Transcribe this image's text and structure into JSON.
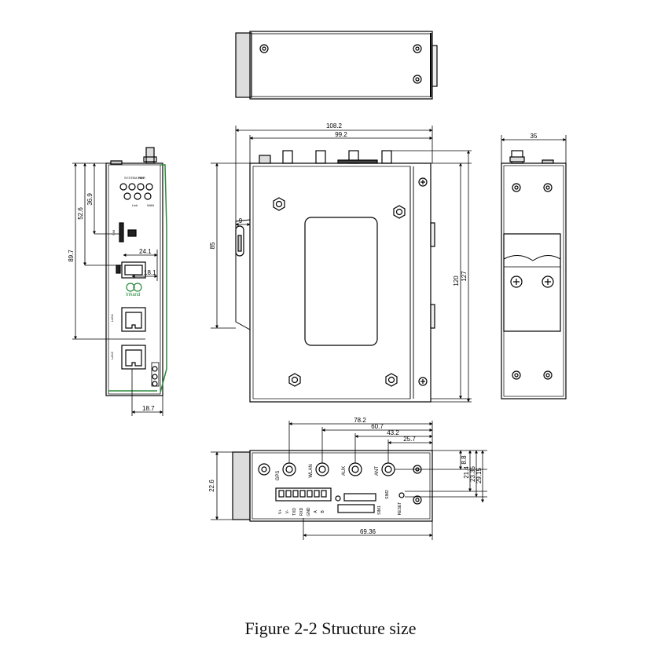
{
  "caption": "Figure 2-2 Structure size",
  "dimensions": {
    "side_total_height": "89.7",
    "side_upper_height": "52.6",
    "side_top_height": "36.9",
    "side_sim_width": "24.1",
    "side_usb_width": "18.1",
    "side_bottom_width": "18.7",
    "front_width": "108.2",
    "front_inner_width": "99.2",
    "front_clip": "9",
    "front_height": "85",
    "front_height_inner": "120",
    "front_height_total": "127",
    "right_width": "35",
    "bottom_d1": "78.2",
    "bottom_d2": "60.7",
    "bottom_d3": "43.2",
    "bottom_d4": "25.7",
    "bottom_depth": "22.6",
    "bottom_r1": "8.8",
    "bottom_r2": "21.4",
    "bottom_r3": "23.35",
    "bottom_r4": "29.15",
    "bottom_terminal_width": "69.36"
  },
  "labels": {
    "gps": "GPS",
    "wlan": "WLAN",
    "aux": "AUX",
    "ant": "ANT",
    "sim2": "SIM2",
    "sim1": "SIM1",
    "reset": "RESET",
    "terminal_pins": [
      "V+",
      "V-",
      "TXD",
      "RXD",
      "GND",
      "A",
      "B"
    ],
    "led_top_left": "SYSTEM PWR",
    "led_top_right": "NET",
    "led_bottom_left": "Link",
    "led_bottom_right": "WAN",
    "brand": "Inhand",
    "lan1": "LAN1",
    "lan2": "LAN2",
    "sim_label": "SIM"
  }
}
